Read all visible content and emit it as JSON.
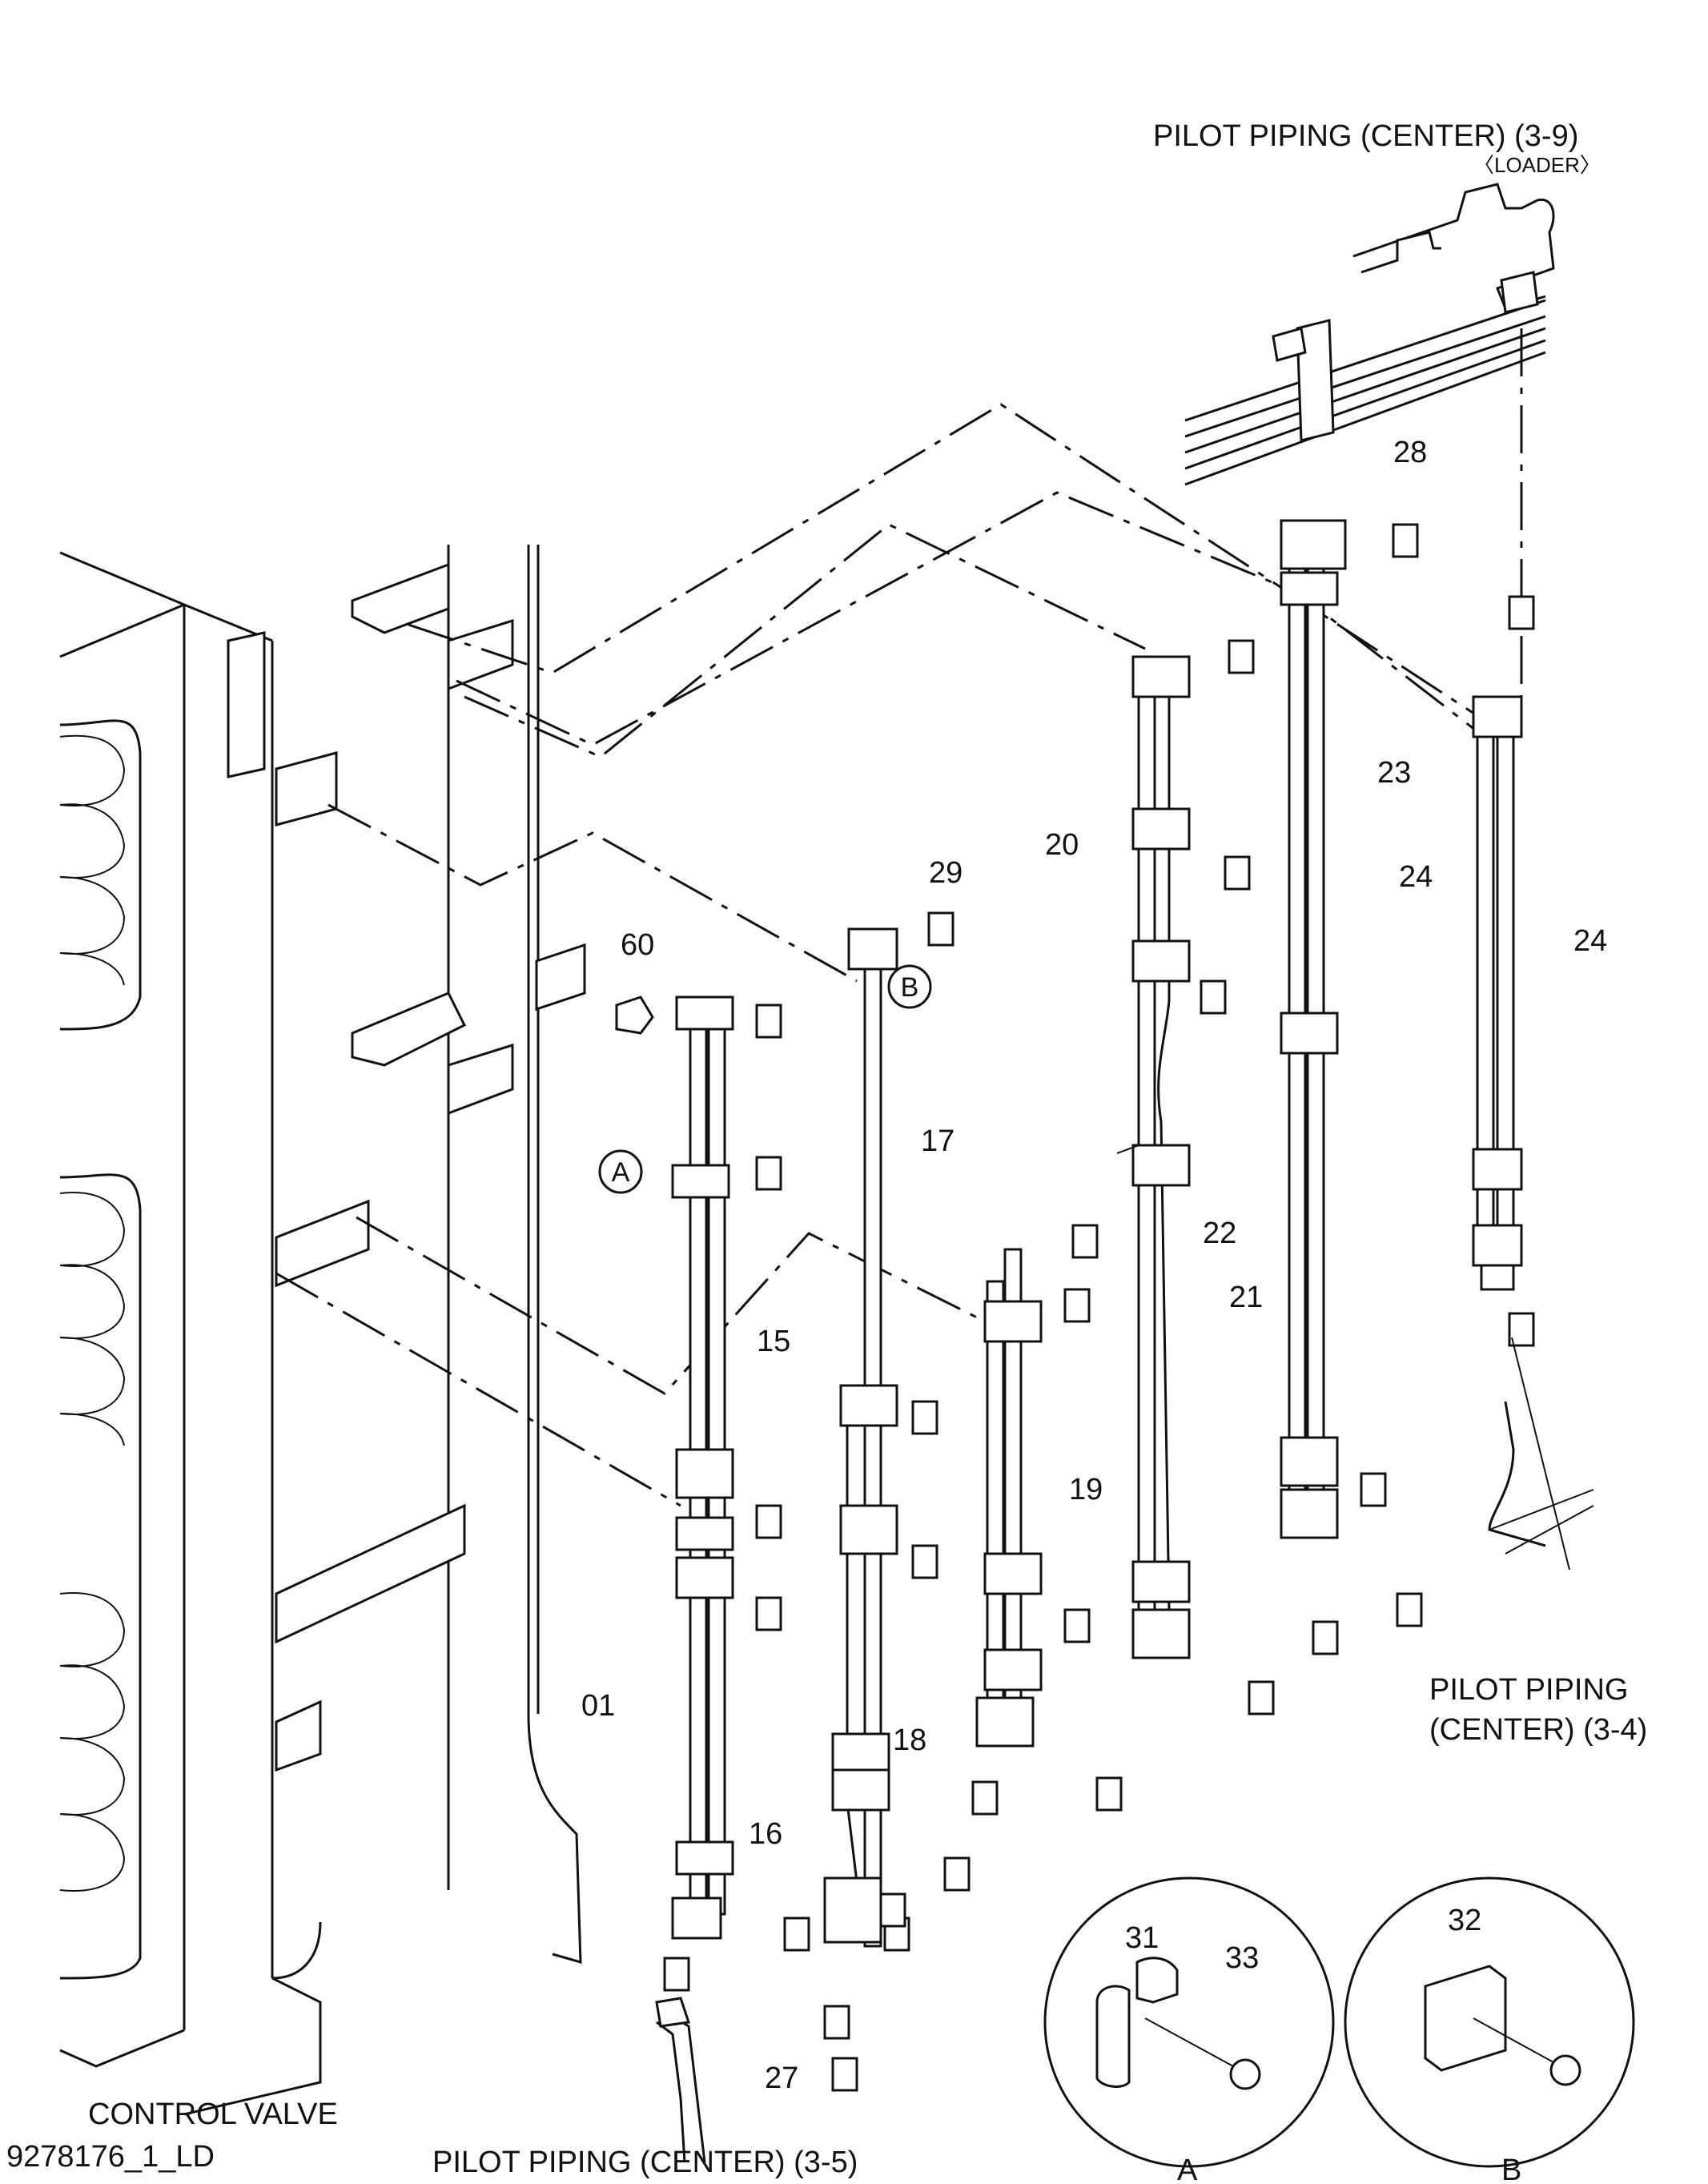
{
  "references": {
    "top_right_title": "PILOT PIPING (CENTER) (3-9)",
    "top_right_sub": "〈LOADER〉",
    "right_lower_line1": "PILOT PIPING",
    "right_lower_line2": "(CENTER) (3-4)",
    "bottom_center": "PILOT PIPING (CENTER) (3-5)",
    "bottom_left": "CONTROL VALVE",
    "drawing_id": "9278176_1_LD"
  },
  "detail_views": {
    "a_label": "A",
    "b_label": "B"
  },
  "callouts": {
    "p01": "01",
    "p15": "15",
    "p16": "16",
    "p17": "17",
    "p18": "18",
    "p19": "19",
    "p20": "20",
    "p21": "21",
    "p22": "22",
    "p23": "23",
    "p24a": "24",
    "p24b": "24",
    "p27": "27",
    "p28": "28",
    "p29": "29",
    "p31": "31",
    "p32": "32",
    "p33": "33",
    "p60": "60"
  },
  "clamp_marker_a": "A",
  "clamp_marker_b": "B"
}
